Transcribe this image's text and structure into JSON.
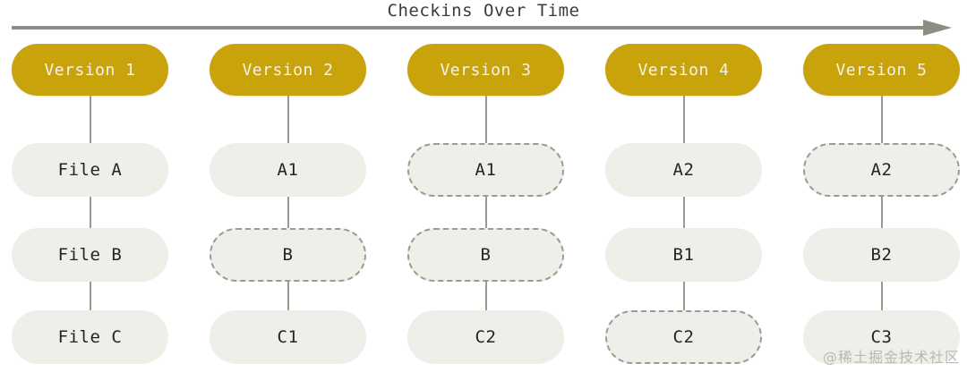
{
  "diagram": {
    "title": "Checkins Over Time",
    "axis": {
      "name": "timeline-arrow",
      "direction": "right",
      "color": "#8d8d86"
    },
    "colors": {
      "version_pill": "#c9a30b",
      "version_text": "#f4f2ea",
      "file_box_fill": "#efefe9",
      "file_box_text": "#242424",
      "dashed_border": "#9b9b95",
      "connector": "#9a9a93",
      "axis": "#8d8d86"
    },
    "row_count": 3,
    "columns": [
      {
        "version": "Version 1",
        "files": [
          {
            "label": "File A",
            "style": "solid"
          },
          {
            "label": "File B",
            "style": "solid"
          },
          {
            "label": "File C",
            "style": "solid"
          }
        ]
      },
      {
        "version": "Version 2",
        "files": [
          {
            "label": "A1",
            "style": "solid"
          },
          {
            "label": "B",
            "style": "dashed"
          },
          {
            "label": "C1",
            "style": "solid"
          }
        ]
      },
      {
        "version": "Version 3",
        "files": [
          {
            "label": "A1",
            "style": "dashed"
          },
          {
            "label": "B",
            "style": "dashed"
          },
          {
            "label": "C2",
            "style": "solid"
          }
        ]
      },
      {
        "version": "Version 4",
        "files": [
          {
            "label": "A2",
            "style": "solid"
          },
          {
            "label": "B1",
            "style": "solid"
          },
          {
            "label": "C2",
            "style": "dashed"
          }
        ]
      },
      {
        "version": "Version 5",
        "files": [
          {
            "label": "A2",
            "style": "dashed"
          },
          {
            "label": "B2",
            "style": "solid"
          },
          {
            "label": "C3",
            "style": "solid"
          }
        ]
      }
    ],
    "watermark": "@稀土掘金技术社区"
  }
}
